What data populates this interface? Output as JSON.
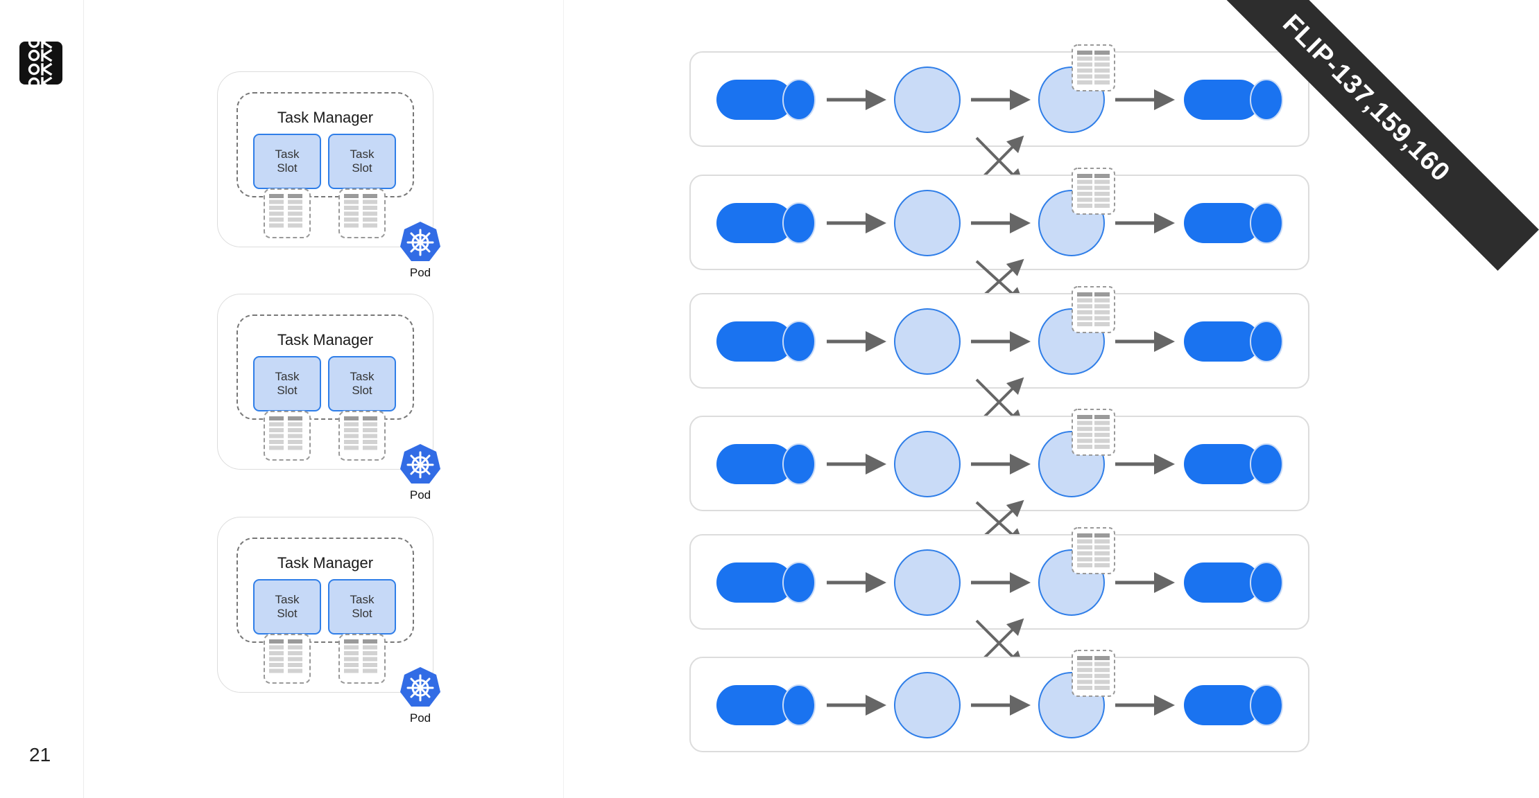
{
  "slide": {
    "page_number": "21",
    "ribbon_text": "FLIP-137,159,160"
  },
  "pods": [
    {
      "task_manager": "Task Manager",
      "slots": [
        {
          "line1": "Task",
          "line2": "Slot"
        },
        {
          "line1": "Task",
          "line2": "Slot"
        }
      ],
      "pod_label": "Pod"
    },
    {
      "task_manager": "Task Manager",
      "slots": [
        {
          "line1": "Task",
          "line2": "Slot"
        },
        {
          "line1": "Task",
          "line2": "Slot"
        }
      ],
      "pod_label": "Pod"
    },
    {
      "task_manager": "Task Manager",
      "slots": [
        {
          "line1": "Task",
          "line2": "Slot"
        },
        {
          "line1": "Task",
          "line2": "Slot"
        }
      ],
      "pod_label": "Pod"
    }
  ],
  "pipeline": {
    "row_count": 6,
    "colors": {
      "source": "#1a73f0",
      "operator_fill": "#c9dbf7",
      "operator_stroke": "#2f7ee8",
      "arrow": "#666666"
    }
  },
  "icons": {
    "logo": "ok-logo-icon",
    "pod": "kubernetes-helm-icon"
  }
}
